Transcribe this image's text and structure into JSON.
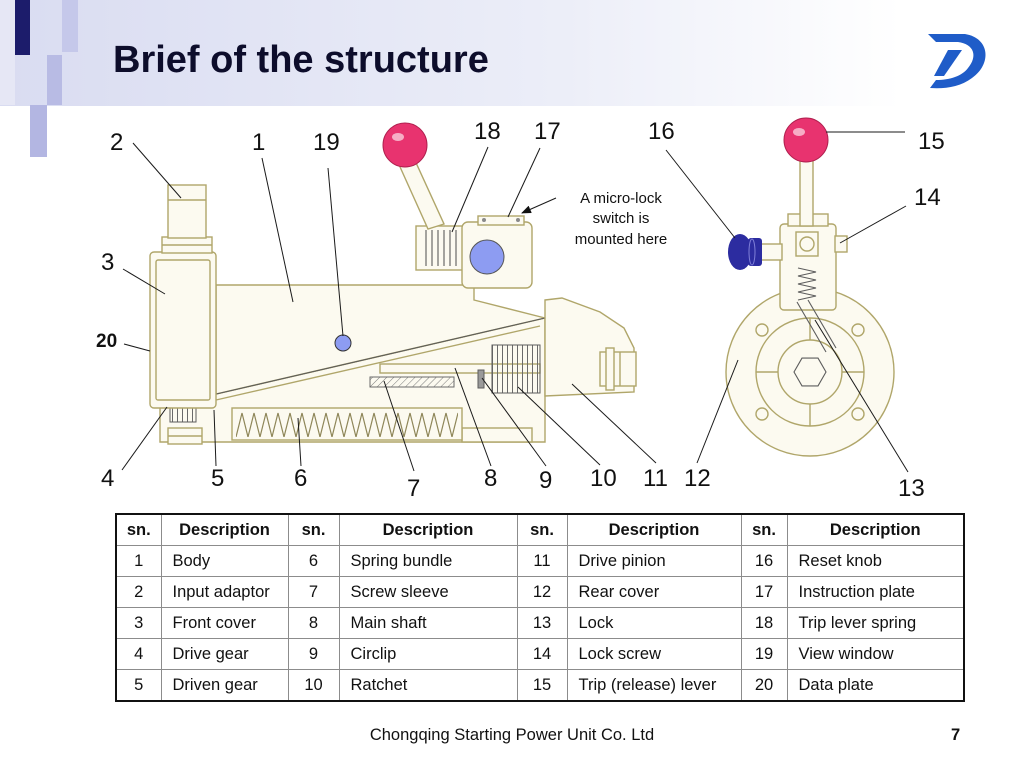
{
  "slide": {
    "title": "Brief of the structure",
    "footer": "Chongqing Starting Power Unit Co. Ltd",
    "page_number": "7"
  },
  "diagram": {
    "callouts": [
      "2",
      "1",
      "19",
      "18",
      "17",
      "16",
      "15",
      "14",
      "3",
      "20",
      "4",
      "5",
      "6",
      "7",
      "8",
      "9",
      "10",
      "11",
      "12",
      "13"
    ],
    "annotation_lines": [
      "A micro-lock",
      "switch is",
      "mounted here"
    ]
  },
  "table": {
    "headers": [
      "sn.",
      "Description",
      "sn.",
      "Description",
      "sn.",
      "Description",
      "sn.",
      "Description"
    ],
    "rows": [
      [
        "1",
        "Body",
        "6",
        "Spring bundle",
        "11",
        "Drive pinion",
        "16",
        "Reset knob"
      ],
      [
        "2",
        "Input adaptor",
        "7",
        "Screw sleeve",
        "12",
        "Rear cover",
        "17",
        "Instruction plate"
      ],
      [
        "3",
        "Front cover",
        "8",
        "Main shaft",
        "13",
        "Lock",
        "18",
        "Trip lever spring"
      ],
      [
        "4",
        "Drive gear",
        "9",
        "Circlip",
        "14",
        "Lock screw",
        "19",
        "View window"
      ],
      [
        "5",
        "Driven gear",
        "10",
        "Ratchet",
        "15",
        "Trip (release) lever",
        "20",
        "Data plate"
      ]
    ]
  },
  "colors": {
    "knob": "#e8336f",
    "view_window": "#8d9cf2",
    "reset_knob": "#2c2ca0",
    "logo": "#1f5cc8"
  }
}
